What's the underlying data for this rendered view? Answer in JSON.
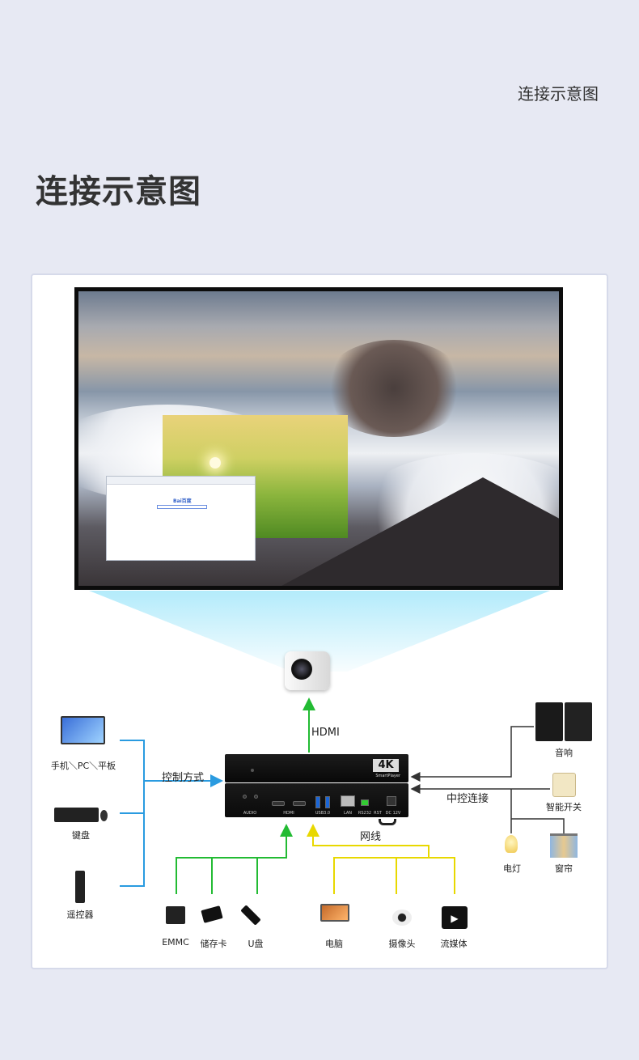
{
  "header": {
    "small_title": "连接示意图",
    "big_title": "连接示意图"
  },
  "screen": {
    "browser_logo": "Bai百度"
  },
  "device": {
    "badge": "4K",
    "brand": "SmartPlayer",
    "ports": [
      "AUDIO",
      "HDMI",
      "USB3.0",
      "LAN",
      "RS232",
      "RST",
      "DC 12V"
    ]
  },
  "connections": {
    "hdmi": "HDMI",
    "control": "控制方式",
    "central": "中控连接",
    "network": "网线"
  },
  "left_devices": [
    {
      "label": "手机＼PC＼平板"
    },
    {
      "label": "键盘"
    },
    {
      "label": "遥控器"
    }
  ],
  "right_devices": [
    {
      "label": "音响"
    },
    {
      "label": "智能开关"
    },
    {
      "label": "电灯"
    },
    {
      "label": "窗帘"
    }
  ],
  "bottom_devices": [
    {
      "label": "EMMC"
    },
    {
      "label": "储存卡"
    },
    {
      "label": "U盘"
    },
    {
      "label": "电脑"
    },
    {
      "label": "摄像头"
    },
    {
      "label": "流媒体"
    }
  ],
  "colors": {
    "control": "#2a9be0",
    "storage": "#22bb33",
    "network": "#eedd00",
    "central": "#333333"
  }
}
